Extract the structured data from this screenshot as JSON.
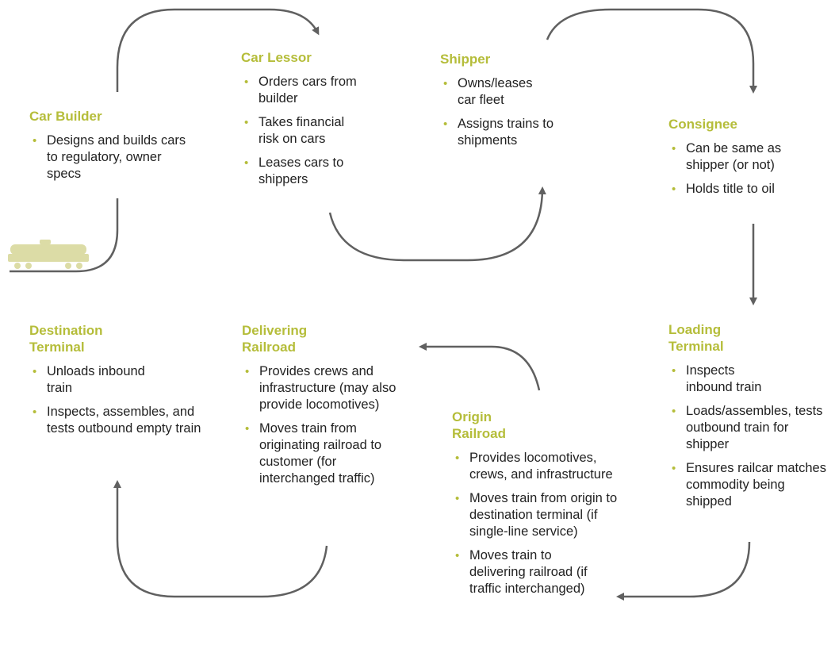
{
  "colors": {
    "accent": "#b5bd3a",
    "arrow": "#606060",
    "text": "#222222",
    "train": "#dcdca6"
  },
  "icons": {
    "train": "tank-car-icon"
  },
  "nodes": {
    "car_builder": {
      "title": "Car Builder",
      "bullets": [
        "Designs and builds cars to regulatory, owner specs"
      ]
    },
    "car_lessor": {
      "title": "Car Lessor",
      "bullets": [
        "Orders cars from builder",
        "Takes financial risk on cars",
        "Leases cars to shippers"
      ]
    },
    "shipper": {
      "title": "Shipper",
      "bullets": [
        "Owns/leases car fleet",
        "Assigns trains to shipments"
      ]
    },
    "consignee": {
      "title": "Consignee",
      "bullets": [
        "Can be same as shipper (or not)",
        "Holds title to oil"
      ]
    },
    "loading_terminal": {
      "title": "Loading Terminal",
      "bullets": [
        "Inspects inbound train",
        "Loads/assembles, tests outbound train for shipper",
        "Ensures railcar matches commodity being shipped"
      ]
    },
    "origin_railroad": {
      "title": "Origin Railroad",
      "bullets": [
        "Provides locomotives, crews, and infrastructure",
        "Moves train from origin to destination terminal (if single-line service)",
        "Moves train to delivering railroad (if traffic interchanged)"
      ]
    },
    "delivering_railroad": {
      "title": "Delivering Railroad",
      "bullets": [
        "Provides crews and infrastructure (may also provide locomotives)",
        "Moves train from originating railroad to customer (for interchanged traffic)"
      ]
    },
    "destination_terminal": {
      "title": "Destination Terminal",
      "bullets": [
        "Unloads inbound train",
        "Inspects, assembles, and tests outbound empty train"
      ]
    }
  }
}
